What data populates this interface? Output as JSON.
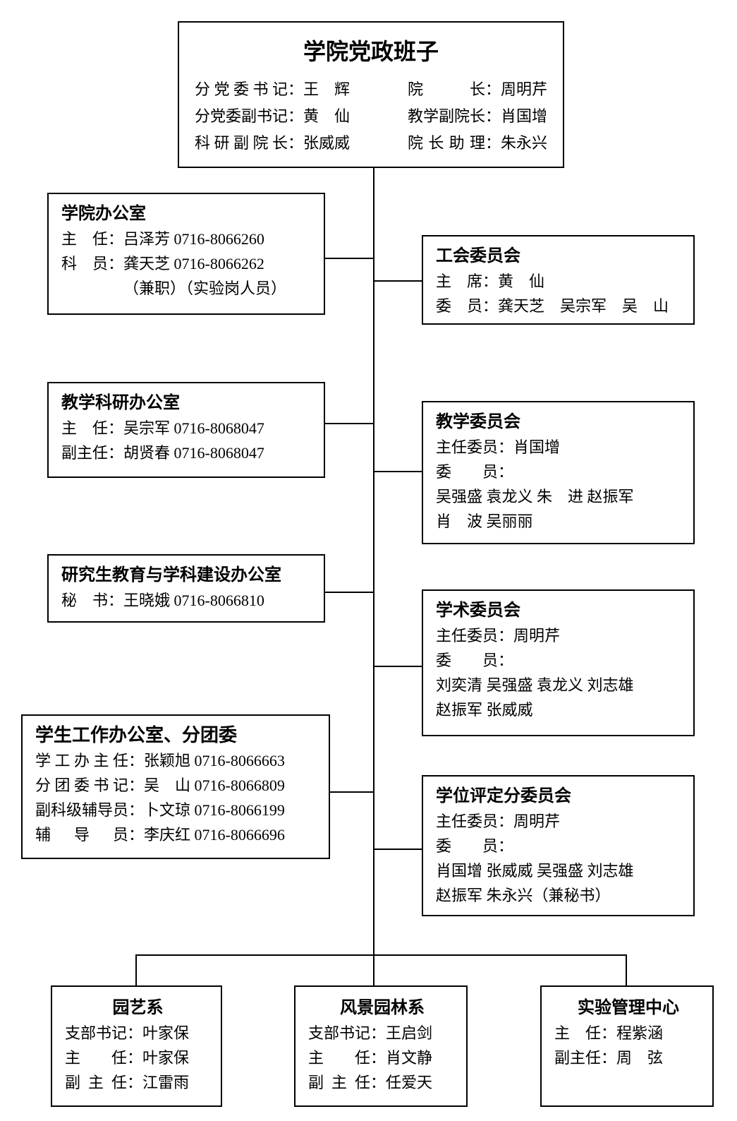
{
  "colors": {
    "ink": "#000000",
    "background": "#ffffff"
  },
  "root": {
    "title": "学院党政班子",
    "rows": [
      {
        "l": "分党委书记",
        "v": "：王　辉",
        "l2": "院长",
        "v2": "：周明芹"
      },
      {
        "l": "分党委副书记",
        "v": "：黄　仙",
        "l2": "教学副院长",
        "v2": "：肖国增"
      },
      {
        "l": "科研副院长",
        "v": "：张威威",
        "l2": "院长助理",
        "v2": "：朱永兴"
      }
    ]
  },
  "left": [
    {
      "title": "学院办公室",
      "lines": [
        {
          "l": "主任",
          "v": "：吕泽芳 0716-8066260"
        },
        {
          "l": "科员",
          "v": "：龚天芝 0716-8066262"
        },
        {
          "note": "（兼职）（实验岗人员）"
        }
      ]
    },
    {
      "title": "教学科研办公室",
      "lines": [
        {
          "l": "主任",
          "v": "：吴宗军 0716-8068047"
        },
        {
          "l": "副主任",
          "v": "：胡贤春 0716-8068047"
        }
      ]
    },
    {
      "title": "研究生教育与学科建设办公室",
      "lines": [
        {
          "l": "秘书",
          "v": "：王晓娥 0716-8066810"
        }
      ]
    },
    {
      "title": "学生工作办公室、分团委",
      "lines": [
        {
          "l": "学工办主任",
          "v": "：张颖旭 0716-8066663"
        },
        {
          "l": "分团委书记",
          "v": "：吴　山 0716-8066809"
        },
        {
          "l": "副科级辅导员",
          "v": "：卜文琼 0716-8066199"
        },
        {
          "l": "辅导员",
          "v": "：李庆红 0716-8066696"
        }
      ]
    }
  ],
  "right": [
    {
      "title": "工会委员会",
      "lines": [
        {
          "l": "主席",
          "v": "：黄　仙"
        },
        {
          "l": "委员",
          "v": "：龚天芝　吴宗军　吴　山"
        }
      ]
    },
    {
      "title": "教学委员会",
      "lines": [
        {
          "l": "主任委员",
          "v": "：肖国增"
        },
        {
          "l": "委员",
          "v": "："
        },
        {
          "v": "吴强盛 袁龙义 朱　进 赵振军"
        },
        {
          "v": "肖　波 吴丽丽"
        }
      ]
    },
    {
      "title": "学术委员会",
      "lines": [
        {
          "l": "主任委员",
          "v": "：周明芹"
        },
        {
          "l": "委员",
          "v": "："
        },
        {
          "v": "刘奕清 吴强盛 袁龙义 刘志雄"
        },
        {
          "v": "赵振军 张威威"
        }
      ]
    },
    {
      "title": "学位评定分委员会",
      "lines": [
        {
          "l": "主任委员",
          "v": "：周明芹"
        },
        {
          "l": "委员",
          "v": "："
        },
        {
          "v": "肖国增 张威威 吴强盛 刘志雄"
        },
        {
          "v": "赵振军 朱永兴（兼秘书）"
        }
      ]
    }
  ],
  "bottom": [
    {
      "title": "园艺系",
      "lines": [
        {
          "l": "支部书记",
          "v": "：叶家保"
        },
        {
          "l": "主任",
          "v": "：叶家保"
        },
        {
          "l": "副主任",
          "v": "：江雷雨"
        }
      ]
    },
    {
      "title": "风景园林系",
      "lines": [
        {
          "l": "支部书记",
          "v": "：王启剑"
        },
        {
          "l": "主任",
          "v": "：肖文静"
        },
        {
          "l": "副主任",
          "v": "：任爱天"
        }
      ]
    },
    {
      "title": "实验管理中心",
      "lines": [
        {
          "l": "主任",
          "v": "：程紫涵"
        },
        {
          "l": "副主任",
          "v": "：周　弦"
        }
      ]
    }
  ]
}
